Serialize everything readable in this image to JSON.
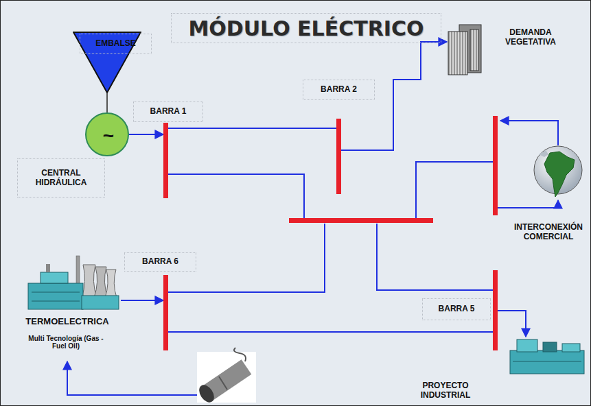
{
  "diagram": {
    "title": "MÓDULO ELÉCTRICO",
    "nodes": [
      {
        "text": [
          "EMBALSE"
        ]
      },
      {
        "text": [
          "DEMANDA VEGETATIVA"
        ]
      },
      {
        "text": [
          "BARRA 2"
        ]
      },
      {
        "text": [
          "BARRA 1"
        ]
      },
      {
        "text": [
          "~",
          "CENTRAL HIDRÁULICA"
        ]
      },
      {
        "text": [
          "INTERCONEXIÓN COMERCIAL"
        ]
      },
      {
        "text": [
          "BARRA 6"
        ]
      },
      {
        "text": [
          "TERMOELECTRICA",
          "Multi Tecnología (Gas - Fuel Oil)"
        ]
      },
      {
        "text": [
          "BARRA 5"
        ]
      },
      {
        "text": [
          "PROYECTO INDUSTRIAL"
        ]
      }
    ],
    "edges": [
      {
        "from": 0,
        "to": 4,
        "arrow": "none"
      },
      {
        "from": 4,
        "to": 3,
        "arrow": "to"
      },
      {
        "from": 3,
        "to": 2,
        "arrow": "none"
      },
      {
        "from": 2,
        "to": 1,
        "arrow": "to"
      },
      {
        "from": 7,
        "to": 6,
        "arrow": "to"
      },
      {
        "from": 6,
        "to": 8,
        "arrow": "none"
      },
      {
        "from": 8,
        "to": 9,
        "arrow": "to"
      }
    ]
  }
}
